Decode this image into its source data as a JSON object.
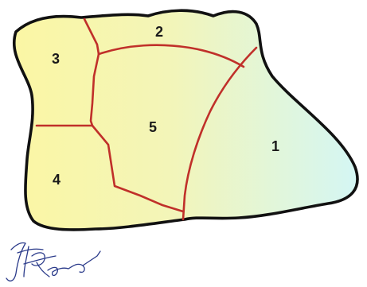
{
  "diagram": {
    "regions": [
      {
        "id": "region-1",
        "label": "1"
      },
      {
        "id": "region-2",
        "label": "2"
      },
      {
        "id": "region-3",
        "label": "3"
      },
      {
        "id": "region-4",
        "label": "4"
      },
      {
        "id": "region-5",
        "label": "5"
      }
    ],
    "colors": {
      "fill_left": "#fbf6a4",
      "fill_right": "#d4f6f4",
      "outline": "#111111",
      "boundary": "#c0302a",
      "signature_ink": "#2a3a8a"
    }
  }
}
